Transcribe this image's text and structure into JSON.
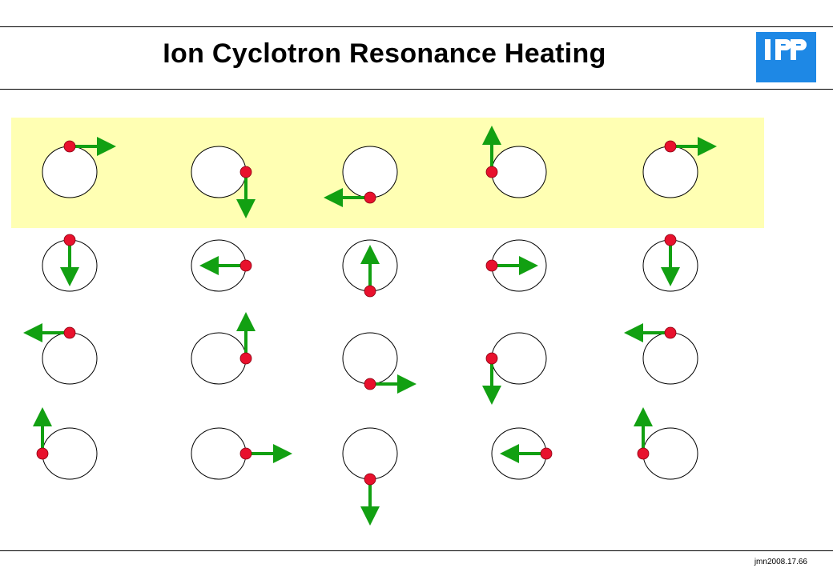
{
  "header": {
    "title": "Ion Cyclotron Resonance Heating",
    "logo_text": "IPP"
  },
  "footer": {
    "code": "jmn2008.17.66"
  },
  "colors": {
    "highlight_band": "#ffffb3",
    "ion": "#e8112d",
    "field_arrow": "#12a012",
    "orbit": "#000000",
    "logo_bg": "#1e88e5"
  },
  "diagram": {
    "rows": 4,
    "columns": 5,
    "highlighted_row": 1,
    "ion_positions": [
      [
        "top",
        "right",
        "bottom",
        "left",
        "top"
      ],
      [
        "top",
        "right",
        "bottom",
        "left",
        "top"
      ],
      [
        "top",
        "right",
        "bottom",
        "left",
        "top"
      ],
      [
        "left",
        "right",
        "bottom",
        "right",
        "left"
      ]
    ],
    "field_directions": [
      [
        "right",
        "down",
        "left",
        "up",
        "right"
      ],
      [
        "down",
        "left",
        "up",
        "right",
        "down"
      ],
      [
        "left",
        "up",
        "right",
        "down",
        "left"
      ],
      [
        "up",
        "right",
        "down",
        "left",
        "up"
      ]
    ]
  }
}
